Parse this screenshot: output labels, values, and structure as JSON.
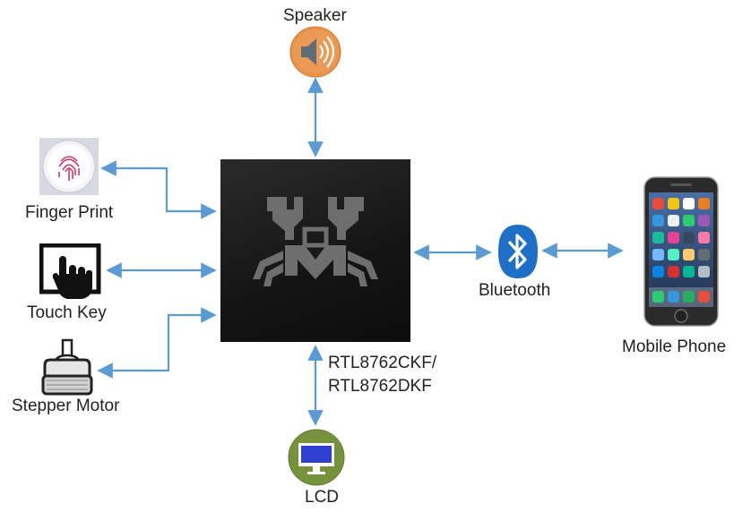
{
  "nodes": {
    "speaker": {
      "label": "Speaker",
      "icon": "speaker-icon"
    },
    "finger_print": {
      "label": "Finger Print",
      "icon": "fingerprint-icon"
    },
    "touch_key": {
      "label": "Touch Key",
      "icon": "touch-key-icon"
    },
    "stepper_motor": {
      "label": "Stepper Motor",
      "icon": "stepper-motor-icon"
    },
    "bluetooth": {
      "label": "Bluetooth",
      "icon": "bluetooth-icon"
    },
    "mobile_phone": {
      "label": "Mobile Phone",
      "icon": "mobile-phone-icon"
    },
    "lcd": {
      "label": "LCD",
      "icon": "lcd-monitor-icon"
    },
    "chip": {
      "line1": "RTL8762CKF/",
      "line2": "RTL8762DKF",
      "icon": "realtek-crab-logo"
    }
  },
  "colors": {
    "arrow": "#5b9bd5",
    "chip": "#1a1a1a",
    "logo": "#6e6e6e",
    "speaker_bg": "#e8934a",
    "lcd_bg": "#76923c",
    "bluetooth": "#1e6fc6"
  }
}
